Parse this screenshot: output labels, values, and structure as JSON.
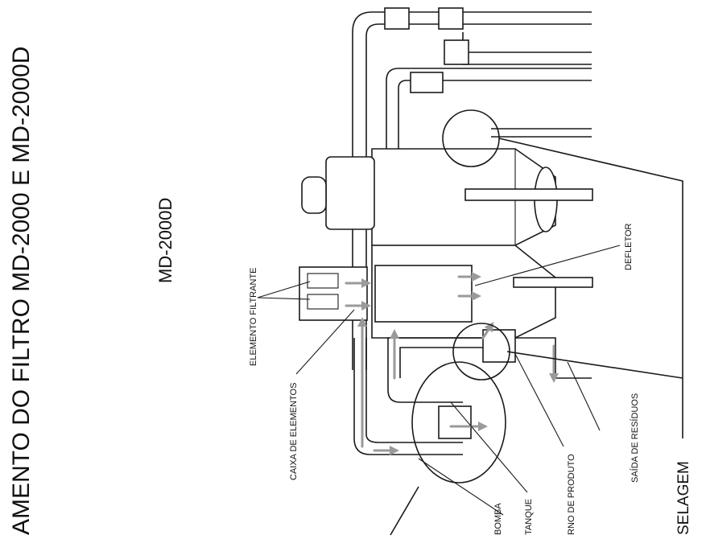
{
  "title": "AMENTO DO FILTRO MD-2000 E MD-2000D",
  "model": "MD-2000D",
  "labels": {
    "elemento_filtrante": "ELEMENTO FILTRANTE",
    "caixa_elementos": "CAIXA DE ELEMENTOS",
    "bomba": "BOMBA",
    "tanque": "TANQUE",
    "retorno_produto": "RNO DE PRODUTO",
    "saida_residuos": "SAÍDA DE RESÍDUOS",
    "defletor": "DEFLETOR",
    "selagem": "SELAGEM"
  },
  "colors": {
    "ink": "#1a1a1a",
    "flow": "#9a9a9a",
    "background": "#ffffff"
  }
}
